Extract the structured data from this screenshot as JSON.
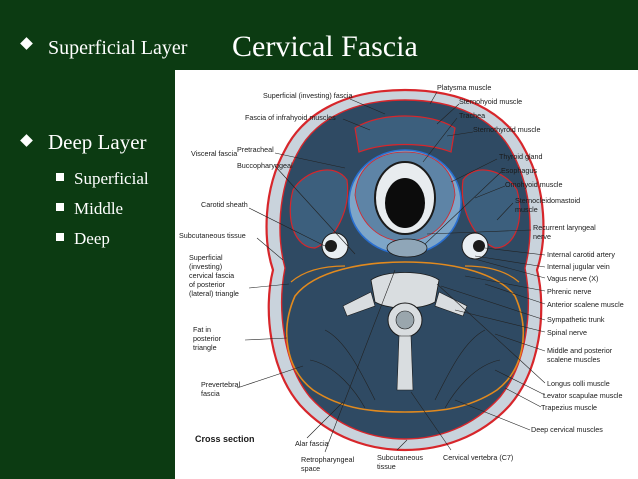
{
  "slide": {
    "title": "Cervical Fascia",
    "bullets": [
      {
        "text": "Superficial Layer"
      },
      {
        "text": "Deep Layer"
      }
    ],
    "sub_bullets": [
      {
        "text": "Superficial"
      },
      {
        "text": "Middle"
      },
      {
        "text": "Deep"
      }
    ]
  },
  "figure": {
    "caption": "Cross section",
    "labels_top": {
      "superficial_investing_fascia": "Superficial (investing) fascia",
      "platysma_muscle": "Platysma muscle",
      "fascia_of_infrahyoid_muscles": "Fascia of infrahyoid muscles",
      "sternohyoid_muscle": "Sternohyoid muscle",
      "trachea": "Trachea",
      "sternothyroid_muscle": "Sternothyroid muscle"
    },
    "labels_left": {
      "visceral_fascia": "Visceral fascia",
      "pretracheal": "Pretracheal",
      "buccopharyngeal": "Buccopharyngeal",
      "carotid_sheath": "Carotid sheath",
      "subcutaneous_tissue": "Subcutaneous tissue",
      "superficial_investing_line1": "Superficial",
      "superficial_investing_line2": "(investing)",
      "superficial_investing_line3": "cervical fascia",
      "superficial_investing_line4": "of posterior",
      "superficial_investing_line5": "(lateral) triangle",
      "fat_line1": "Fat in",
      "fat_line2": "posterior",
      "fat_line3": "triangle",
      "prevertebral_line1": "Prevertebral",
      "prevertebral_line2": "fascia"
    },
    "labels_right": {
      "thyroid_gland": "Thyroid gland",
      "esophagus": "Esophagus",
      "omohyoid_muscle": "Omohyoid muscle",
      "sternocleidomastoid_line1": "Sternocleidomastoid",
      "sternocleidomastoid_line2": "muscle",
      "recurrent_laryngeal_line1": "Recurrent laryngeal",
      "recurrent_laryngeal_line2": "nerve",
      "internal_carotid_artery": "Internal carotid artery",
      "internal_jugular_vein": "Internal jugular vein",
      "vagus_nerve": "Vagus nerve (X)",
      "phrenic_nerve": "Phrenic nerve",
      "anterior_scalene_muscle": "Anterior scalene muscle",
      "sympathetic_trunk": "Sympathetic trunk",
      "spinal_nerve": "Spinal nerve",
      "middle_posterior_line1": "Middle and posterior",
      "middle_posterior_line2": "scalene muscles",
      "longus_colli_muscle": "Longus colli muscle",
      "levator_scapulae_muscle": "Levator scapulae muscle",
      "trapezius_muscle": "Trapezius muscle",
      "deep_cervical_muscles": "Deep cervical muscles"
    },
    "labels_bottom": {
      "alar_fascia": "Alar fascia",
      "retropharyngeal_line1": "Retropharyngeal",
      "retropharyngeal_line2": "space",
      "subcutaneous_line1": "Subcutaneous",
      "subcutaneous_line2": "tissue",
      "cervical_vertebra": "Cervical vertebra (C7)"
    }
  }
}
